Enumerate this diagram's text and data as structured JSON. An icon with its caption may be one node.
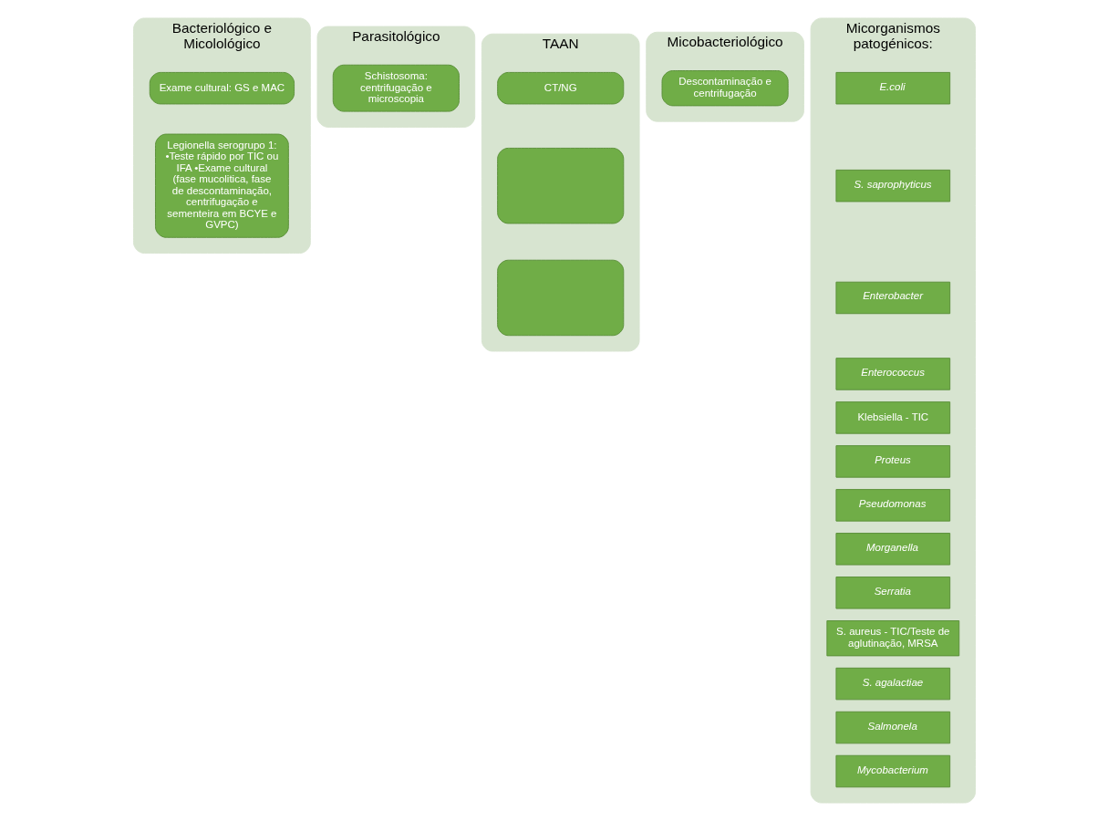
{
  "diagram": {
    "nodes": [
      {
        "text": [
          "Bacteriológico e Micolológico"
        ]
      },
      {
        "text": [
          "Exame cultural: GS e MAC"
        ],
        "in": 0
      },
      {
        "text": [
          "Legionella serogrupo 1: •Teste rápido por TIC ou IFA •Exame cultural (fase mucolitica, fase de descontaminação, centrifugação e sementeira em BCYE e GVPC)"
        ],
        "in": 0
      },
      {
        "text": [
          "Parasitológico"
        ]
      },
      {
        "text": [
          "Schistosoma: centrifugação e microscopia"
        ],
        "in": 3
      },
      {
        "text": [
          "TAAN"
        ]
      },
      {
        "text": [
          "CT/NG"
        ],
        "in": 5
      },
      {
        "text": [],
        "shape": "box",
        "in": 5
      },
      {
        "text": [],
        "shape": "box",
        "in": 5
      },
      {
        "text": [
          "Micobacteriológico"
        ]
      },
      {
        "text": [
          "Descontaminação e centrifugação"
        ],
        "in": 9
      },
      {
        "text": [
          "Micorganismos patogénicos:"
        ]
      },
      {
        "text": [
          "E.coli"
        ],
        "in": 11
      },
      {
        "text": [
          "S. saprophyticus"
        ],
        "in": 11
      },
      {
        "text": [
          "Enterobacter"
        ],
        "in": 11
      },
      {
        "text": [
          "Enterococcus"
        ],
        "in": 11
      },
      {
        "text": [
          "Klebsiella - TIC"
        ],
        "in": 11
      },
      {
        "text": [
          "Proteus"
        ],
        "in": 11
      },
      {
        "text": [
          "Pseudomonas"
        ],
        "in": 11
      },
      {
        "text": [
          "Morganella"
        ],
        "in": 11
      },
      {
        "text": [
          "Serratia"
        ],
        "in": 11
      },
      {
        "text": [
          "S. aureus - TIC/Teste de aglutinação, MRSA"
        ],
        "in": 11
      },
      {
        "text": [
          "S. agalactiae"
        ],
        "in": 11
      },
      {
        "text": [
          "Salmonela"
        ],
        "in": 11
      },
      {
        "text": [
          "Mycobacterium"
        ],
        "in": 11
      }
    ],
    "edges": []
  }
}
